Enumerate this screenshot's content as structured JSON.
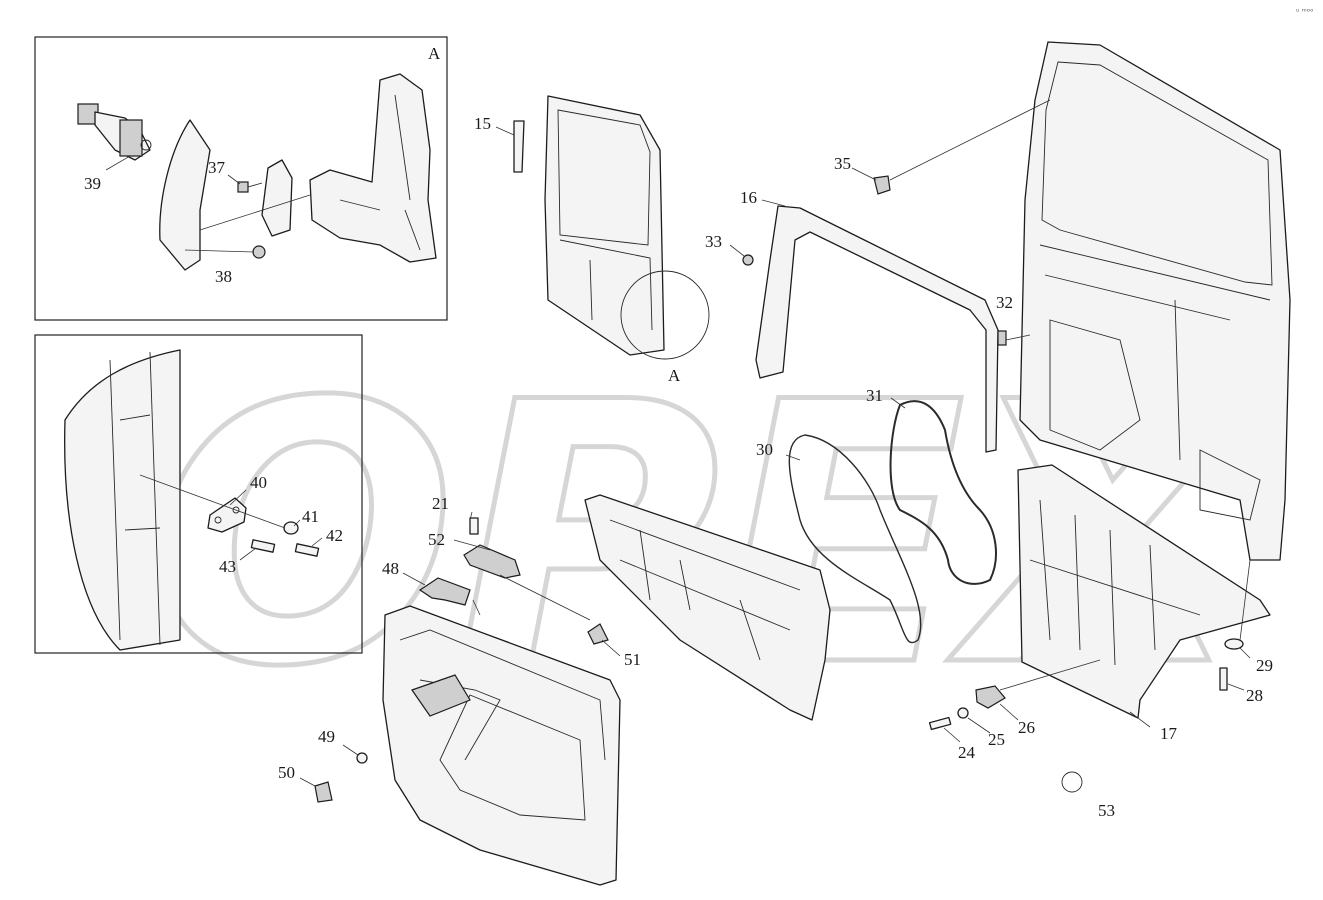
{
  "watermark": "OPEX",
  "corner_mark": "ᵘᵒ ᵐᵒᵒ",
  "detail_views": {
    "view_a_label": "A",
    "section_mark": "A"
  },
  "callouts": {
    "c15": "15",
    "c16": "16",
    "c17": "17",
    "c21": "21",
    "c24": "24",
    "c25": "25",
    "c26": "26",
    "c28": "28",
    "c29": "29",
    "c30": "30",
    "c31": "31",
    "c32": "32",
    "c33": "33",
    "c35": "35",
    "c37": "37",
    "c38": "38",
    "c39": "39",
    "c40": "40",
    "c41": "41",
    "c42": "42",
    "c43": "43",
    "c48": "48",
    "c49": "49",
    "c50": "50",
    "c51": "51",
    "c52": "52",
    "c53": "53"
  }
}
